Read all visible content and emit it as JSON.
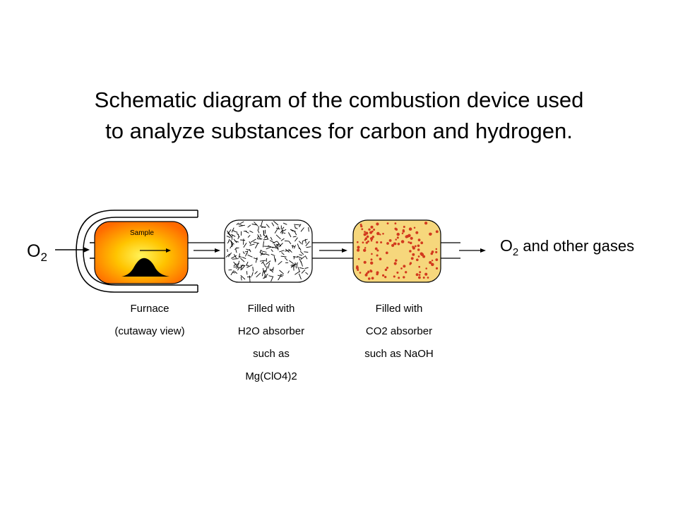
{
  "title": {
    "line1": "Schematic diagram of the combustion device used",
    "line2": "to analyze substances for carbon and hydrogen."
  },
  "inlet": {
    "label": "O",
    "subscript": "2"
  },
  "outlet": {
    "label": "O",
    "subscript": "2",
    "rest": " and other gases"
  },
  "furnace": {
    "sample_label": "Sample",
    "caption": [
      "Furnace",
      "(cutaway view)"
    ]
  },
  "h2o_absorber": {
    "caption": [
      "Filled with",
      "H2O absorber",
      "such as",
      "Mg(ClO4)2"
    ]
  },
  "co2_absorber": {
    "caption": [
      "Filled with",
      "CO2 absorber",
      "such as NaOH"
    ]
  },
  "colors": {
    "furnace_core": "#ffe000",
    "furnace_edge": "#ff6a00",
    "co2_fill": "#f6d77c",
    "co2_dots": "#d23a1e"
  }
}
